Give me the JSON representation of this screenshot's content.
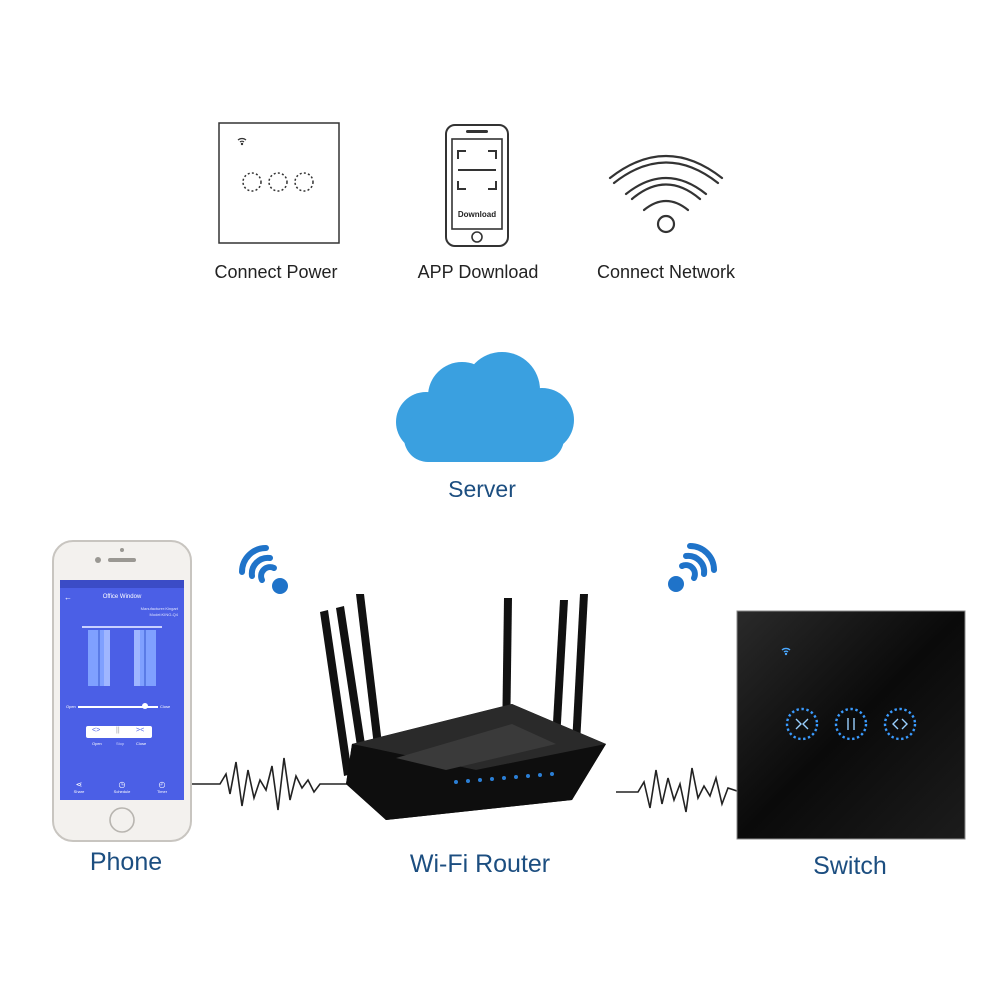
{
  "steps": [
    {
      "label": "Connect Power",
      "icon": "switch-panel-icon"
    },
    {
      "label": "APP Download",
      "icon": "smartphone-download-icon",
      "screen_text": "Download"
    },
    {
      "label": "Connect Network",
      "icon": "wifi-icon"
    }
  ],
  "server": {
    "label": "Server",
    "icon": "cloud-icon",
    "color": "#3aa0e0"
  },
  "devices": {
    "phone": {
      "label": "Phone",
      "app": {
        "title": "Office Window",
        "subtitle": "Manufacturer:Kingart Model:KING-Q4",
        "open_label": "Open",
        "close_label": "Close",
        "control_labels": [
          "Open",
          "Stop",
          "Close"
        ],
        "nav_items": [
          "Share",
          "Schedule",
          "Timer"
        ]
      }
    },
    "router": {
      "label": "Wi-Fi Router",
      "icon": "router-icon"
    },
    "switch": {
      "label": "Switch",
      "icon": "curtain-switch-icon"
    }
  },
  "colors": {
    "label_blue": "#1c4e80",
    "wifi_blue": "#1f73c9",
    "cloud_blue": "#3aa0e0",
    "app_blue": "#4b5fe6"
  }
}
